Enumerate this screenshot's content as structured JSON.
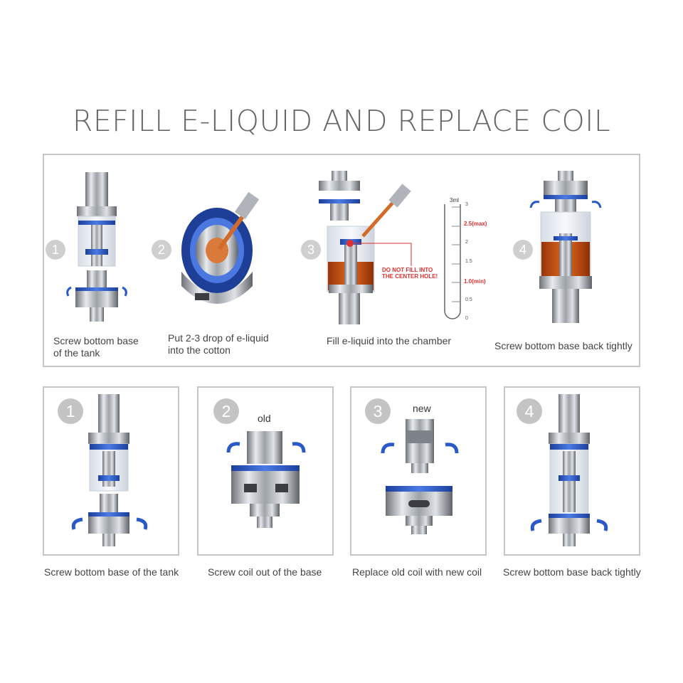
{
  "title": "REFILL E-LIQUID AND REPLACE COIL",
  "refill_steps": [
    {
      "number": "1",
      "caption": "Screw bottom base\nof the tank"
    },
    {
      "number": "2",
      "caption": "Put 2-3 drop of e-liquid\ninto the cotton"
    },
    {
      "number": "3",
      "caption": "Fill e-liquid into the chamber"
    },
    {
      "number": "4",
      "caption": "Screw bottom base back tightly"
    }
  ],
  "warning": "DO NOT FILL INTO\nTHE CENTER HOLE!",
  "gauge": {
    "unit_label": "3ml",
    "ticks": [
      "3",
      "2.5",
      "2",
      "1.5",
      "1",
      "0.5",
      "0"
    ],
    "max_label": "2.5(max)",
    "min_label": "1.0(min)"
  },
  "coil_steps": [
    {
      "number": "1",
      "caption": "Screw bottom base of the tank",
      "tag": ""
    },
    {
      "number": "2",
      "caption": "Screw coil out of the base",
      "tag": "old"
    },
    {
      "number": "3",
      "caption": "Replace old coil with new coil",
      "tag": "new"
    },
    {
      "number": "4",
      "caption": "Screw bottom base back tightly",
      "tag": ""
    }
  ],
  "colors": {
    "accent_blue": "#2a59c8",
    "liquid": "#d2541a",
    "warning_red": "#e03030",
    "steel": "#b8bcc2"
  }
}
